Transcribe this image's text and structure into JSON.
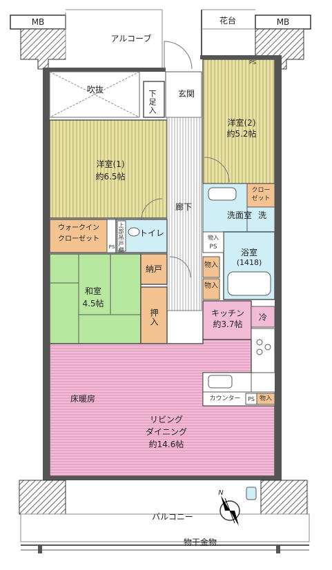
{
  "floorplan": {
    "mb_left": "MB",
    "mb_right": "MB",
    "alcove": "アルコーブ",
    "flower_bed": "花台",
    "ps_top": "PS",
    "void": "吹抜",
    "shoe_box": "下足入",
    "entrance": "玄関",
    "western_room_1": {
      "name": "洋室(1)",
      "size": "約6.5帖"
    },
    "western_room_2": {
      "name": "洋室(2)",
      "size": "約5.2帖"
    },
    "closet": {
      "line1": "クロー",
      "line2": "ゼット"
    },
    "hallway": "廊下",
    "washroom": "洗面室",
    "washer": "洗",
    "walk_in_closet": {
      "line1": "ウォークイン",
      "line2": "クローゼット"
    },
    "upper_storage": "上部吊戸棚",
    "toilet": "トイレ",
    "ps_wic": "PS",
    "storage_small": "物入",
    "ps_mid": "PS",
    "bathroom": {
      "name": "浴室",
      "size": "(1418)"
    },
    "japanese_room": {
      "name": "和室",
      "size": "4.5帖"
    },
    "storeroom": "納戸",
    "oshiire": "押入",
    "storage_a": "物入",
    "storage_b": "物入",
    "kitchen": {
      "name": "キッチン",
      "size": "約3.7帖"
    },
    "refrigerator": "冷",
    "floor_heating": "床暖房",
    "living_dining": {
      "line1": "リビング",
      "line2": "ダイニング",
      "size": "約14.6帖"
    },
    "counter": "カウンター",
    "ps_kitchen": "PS",
    "storage_kitchen": "物入",
    "balcony": "バルコニー",
    "drying_hardware": "物干金物",
    "compass_label": "N"
  },
  "colors": {
    "wall": "#555555",
    "wet_area": "#cfeef6",
    "storage": "#f5c392",
    "western_floor": "#e8e2a6",
    "western_stripe": "#b5ac62",
    "tatami": "#b8e8a0",
    "living_floor": "#f2bcd6",
    "living_stripe": "#dc8fb5",
    "corridor_stripe": "#999999"
  }
}
